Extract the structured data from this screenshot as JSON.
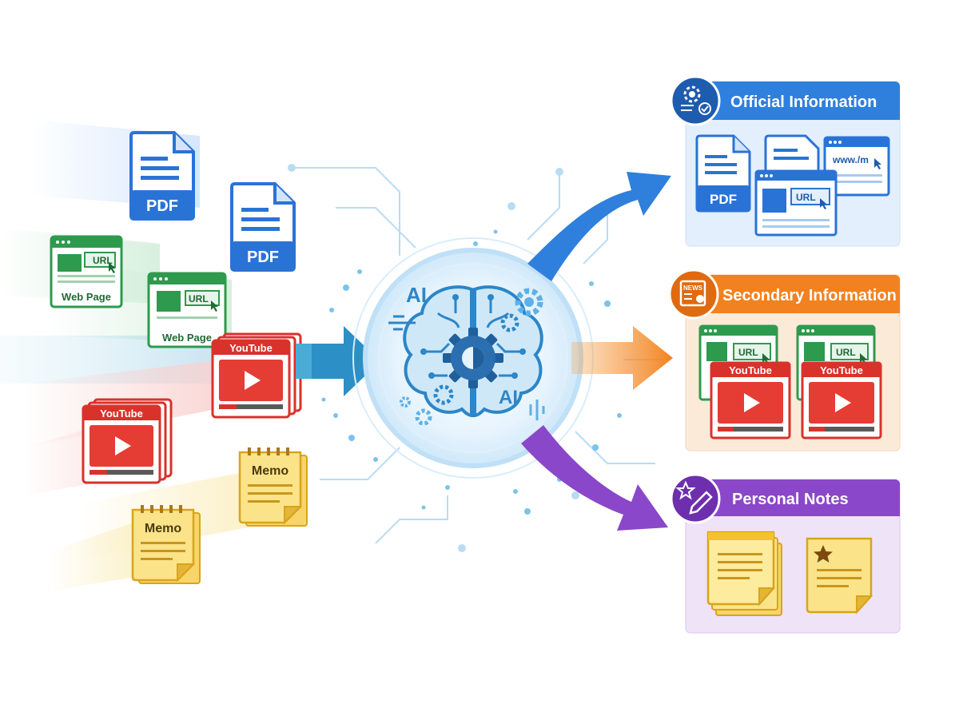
{
  "sources": {
    "pdf_label": "PDF",
    "web_page_label": "Web Page",
    "url_label": "URL",
    "youtube_label": "YouTube",
    "memo_label": "Memo"
  },
  "hub": {
    "ai_label_top": "AI",
    "ai_label_bottom": "AI"
  },
  "outputs": {
    "official": {
      "title": "Official Information",
      "pdf_label": "PDF",
      "url_label": "URL",
      "www_label": "www./m",
      "color": "#2f7fdc"
    },
    "secondary": {
      "title": "Secondary Information",
      "news_label": "NEWS",
      "url_label": "URL",
      "youtube_label": "YouTube",
      "color": "#f2821f"
    },
    "personal": {
      "title": "Personal Notes",
      "color": "#8b47c9"
    }
  },
  "colors": {
    "pdf": "#2a73d6",
    "web": "#2e9a4d",
    "youtube": "#d9322b",
    "memo": "#f2c230",
    "ai": "#2c86c8",
    "arrow_blue": "#2f7fdc",
    "arrow_orange": "#f2821f",
    "arrow_purple": "#8b47c9"
  }
}
